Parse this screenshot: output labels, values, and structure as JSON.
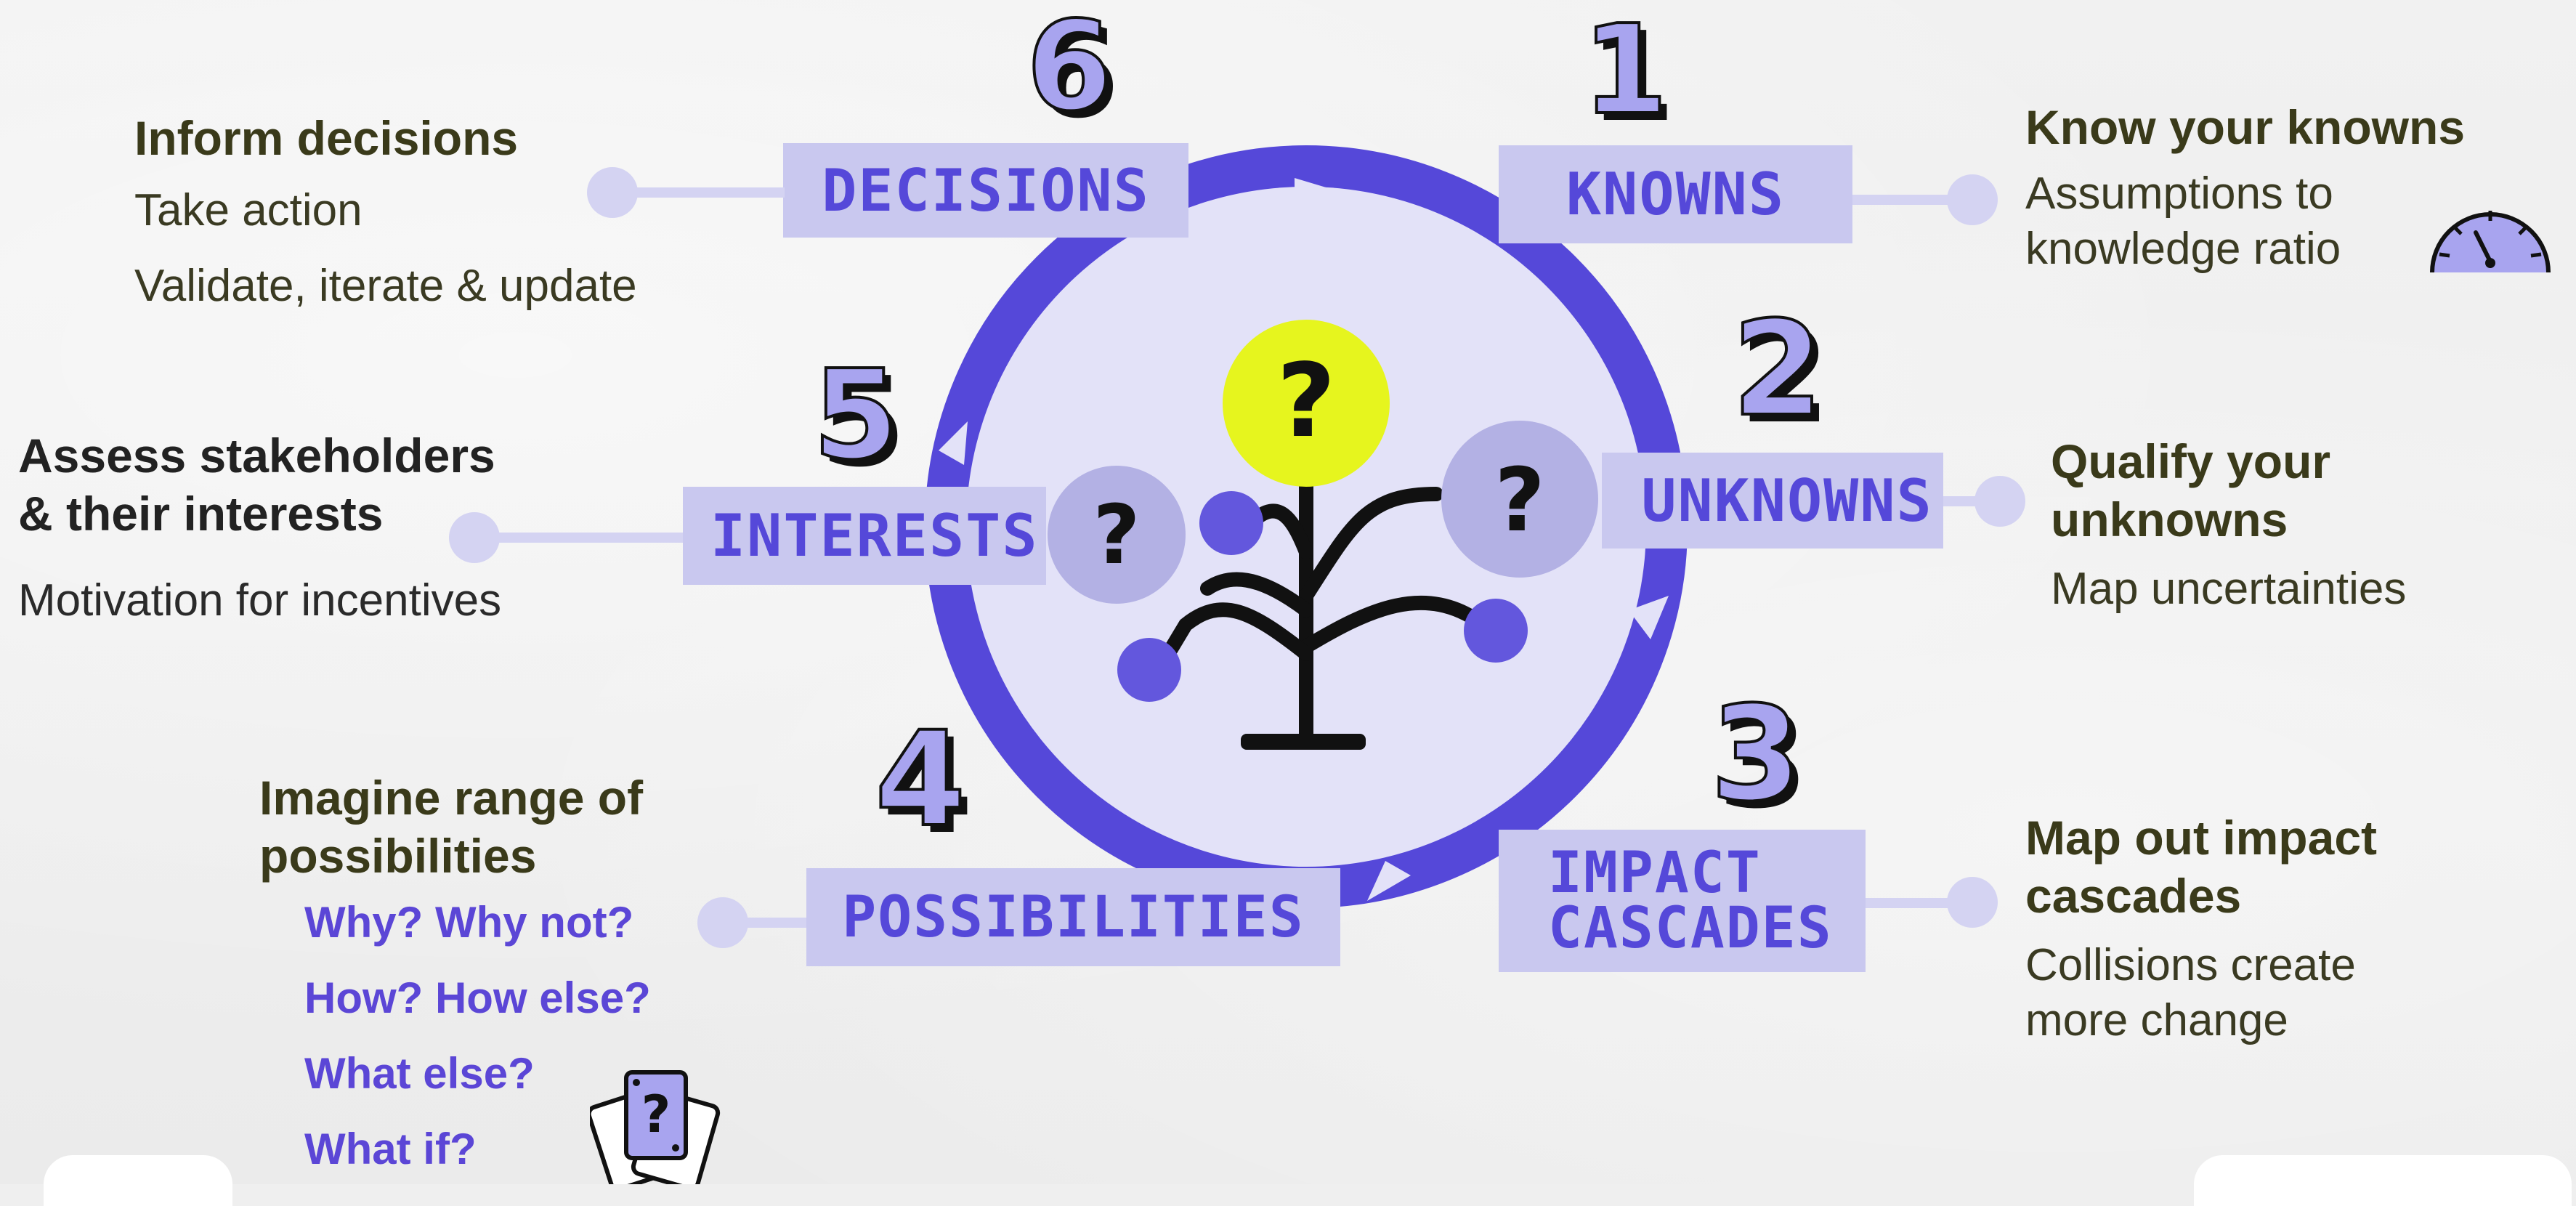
{
  "stages": {
    "decisions": {
      "number": "6",
      "label": "DECISIONS"
    },
    "knowns": {
      "number": "1",
      "label": "KNOWNS"
    },
    "unknowns": {
      "number": "2",
      "label": "UNKNOWNS"
    },
    "impact": {
      "number": "3",
      "label_line1": "IMPACT",
      "label_line2": "CASCADES"
    },
    "possibilities": {
      "number": "4",
      "label": "POSSIBILITIES"
    },
    "interests": {
      "number": "5",
      "label": "INTERESTS"
    }
  },
  "notes": {
    "decisions": {
      "heading": "Inform decisions",
      "lines": [
        "Take action",
        "Validate, iterate & update"
      ]
    },
    "knowns": {
      "heading": "Know your knowns",
      "line1": "Assumptions to",
      "line2": "knowledge ratio",
      "icon": "gauge-icon"
    },
    "unknowns": {
      "heading1": "Qualify your",
      "heading2": "unknowns",
      "line": "Map uncertainties"
    },
    "impact": {
      "heading1": "Map out impact",
      "heading2": "cascades",
      "line1": "Collisions create",
      "line2": "more change"
    },
    "possibilities": {
      "heading1": "Imagine range of",
      "heading2": "possibilities",
      "questions": [
        "Why? Why not?",
        "How? How else?",
        "What else?",
        "What if?"
      ],
      "icon": "question-cards-icon"
    },
    "interests": {
      "heading1": "Assess stakeholders",
      "heading2": "& their interests",
      "line": "Motivation for incentives"
    }
  },
  "center": {
    "question_mark": "?",
    "icon": "tree-of-questions-icon"
  },
  "colors": {
    "accent": "#5548d9",
    "label_bg": "#c9c8ef",
    "circle_fill": "#e3e2f8",
    "highlight": "#e6f51e",
    "heading_dark": "#3a3a1a"
  }
}
